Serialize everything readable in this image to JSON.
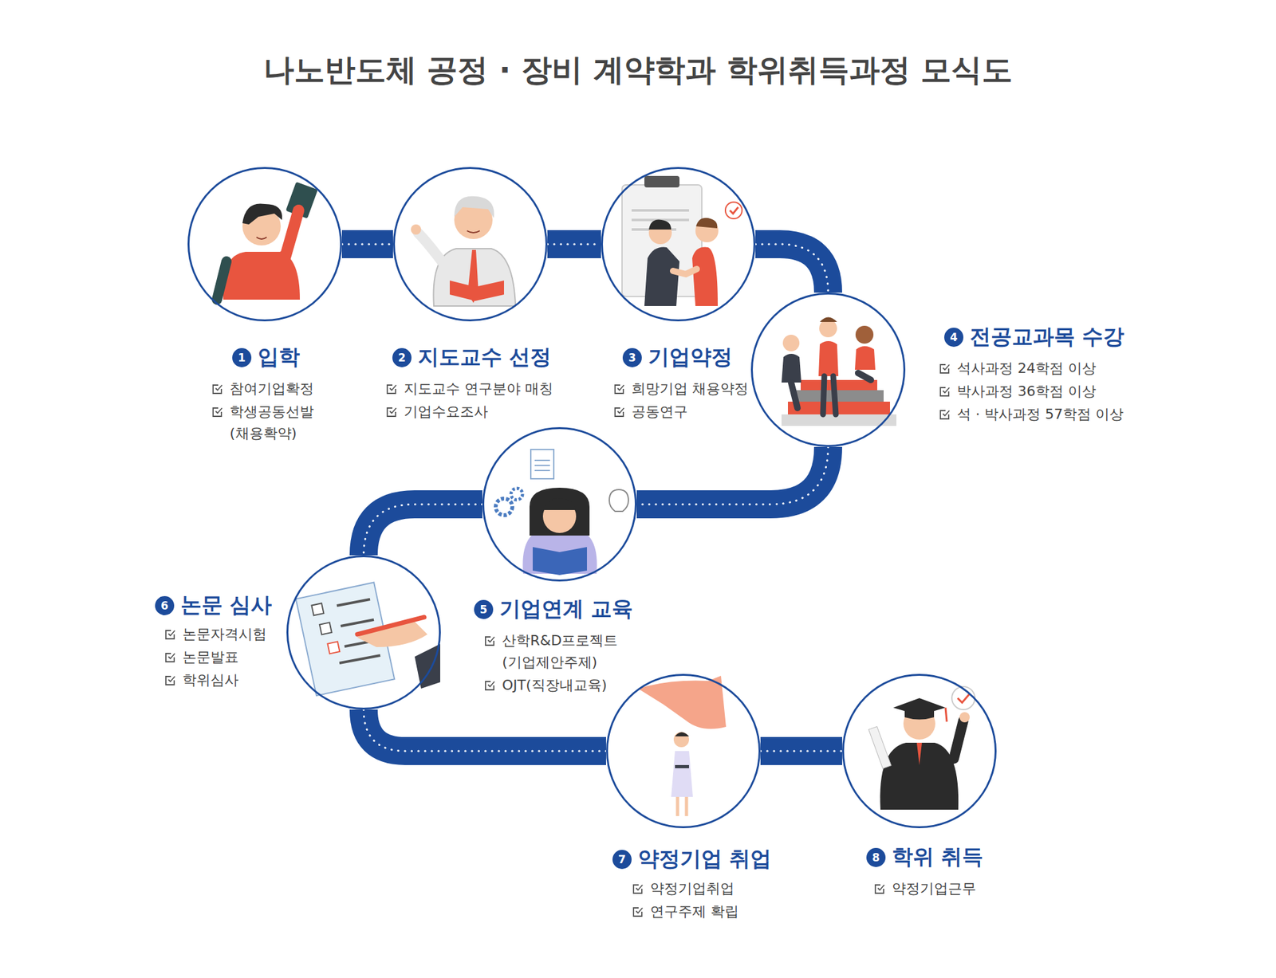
{
  "diagram": {
    "title": "나노반도체 공정 · 장비 계약학과 학위취득과정 모식도",
    "nodes": [
      {
        "text": [
          "입학",
          "참여기업확정",
          "학생공동선발 (채용확약)"
        ]
      },
      {
        "text": [
          "지도교수 선정",
          "지도교수 연구분야 매칭",
          "기업수요조사"
        ]
      },
      {
        "text": [
          "기업약정",
          "희망기업 채용약정",
          "공동연구"
        ]
      },
      {
        "text": [
          "전공교과목 수강",
          "석사과정 24학점 이상",
          "박사과정 36학점 이상",
          "석 · 박사과정 57학점 이상"
        ]
      },
      {
        "text": [
          "기업연계 교육",
          "산학R&D프로젝트 (기업제안주제)",
          "OJT(직장내교육)"
        ]
      },
      {
        "text": [
          "논문 심사",
          "논문자격시험",
          "논문발표",
          "학위심사"
        ]
      },
      {
        "text": [
          "약정기업 취업",
          "약정기업취업",
          "연구주제 확립"
        ]
      },
      {
        "text": [
          "학위 취득",
          "약정기업근무"
        ]
      }
    ],
    "edges": [
      {
        "from": 0,
        "to": 1,
        "arrow": "none"
      },
      {
        "from": 1,
        "to": 2,
        "arrow": "none"
      },
      {
        "from": 2,
        "to": 3,
        "arrow": "none"
      },
      {
        "from": 3,
        "to": 4,
        "arrow": "none"
      },
      {
        "from": 4,
        "to": 5,
        "arrow": "none"
      },
      {
        "from": 5,
        "to": 6,
        "arrow": "none"
      },
      {
        "from": 6,
        "to": 7,
        "arrow": "none"
      }
    ],
    "labels": [
      "1",
      "2",
      "3",
      "4",
      "5",
      "6",
      "7",
      "8"
    ]
  }
}
